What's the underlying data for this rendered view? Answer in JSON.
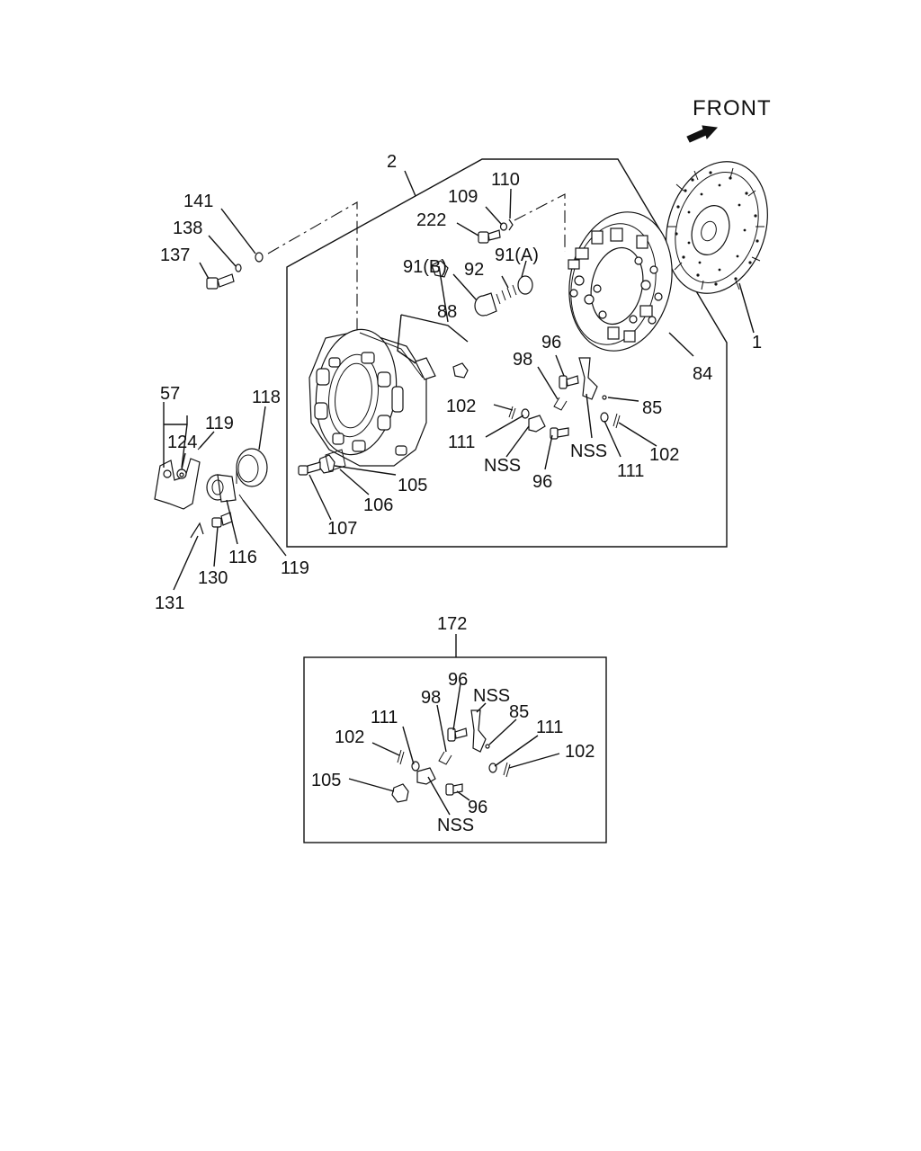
{
  "front_label": "FRONT",
  "callouts": [
    {
      "id": "c-2",
      "text": "2"
    },
    {
      "id": "c-110",
      "text": "110"
    },
    {
      "id": "c-109",
      "text": "109"
    },
    {
      "id": "c-222",
      "text": "222"
    },
    {
      "id": "c-141",
      "text": "141"
    },
    {
      "id": "c-138",
      "text": "138"
    },
    {
      "id": "c-137",
      "text": "137"
    },
    {
      "id": "c-91b",
      "text": "91(B)"
    },
    {
      "id": "c-92",
      "text": "92"
    },
    {
      "id": "c-91a",
      "text": "91(A)"
    },
    {
      "id": "c-88",
      "text": "88"
    },
    {
      "id": "c-96a",
      "text": "96"
    },
    {
      "id": "c-98a",
      "text": "98"
    },
    {
      "id": "c-84",
      "text": "84"
    },
    {
      "id": "c-1",
      "text": "1"
    },
    {
      "id": "c-85a",
      "text": "85"
    },
    {
      "id": "c-102a",
      "text": "102"
    },
    {
      "id": "c-111a",
      "text": "111"
    },
    {
      "id": "c-nss1",
      "text": "NSS"
    },
    {
      "id": "c-96b",
      "text": "96"
    },
    {
      "id": "c-nss2",
      "text": "NSS"
    },
    {
      "id": "c-111b",
      "text": "111"
    },
    {
      "id": "c-102b",
      "text": "102"
    },
    {
      "id": "c-105a",
      "text": "105"
    },
    {
      "id": "c-106",
      "text": "106"
    },
    {
      "id": "c-107",
      "text": "107"
    },
    {
      "id": "c-57",
      "text": "57"
    },
    {
      "id": "c-118",
      "text": "118"
    },
    {
      "id": "c-119a",
      "text": "119"
    },
    {
      "id": "c-124",
      "text": "124"
    },
    {
      "id": "c-116",
      "text": "116"
    },
    {
      "id": "c-119b",
      "text": "119"
    },
    {
      "id": "c-130",
      "text": "130"
    },
    {
      "id": "c-131",
      "text": "131"
    },
    {
      "id": "c-172",
      "text": "172"
    },
    {
      "id": "c-96c",
      "text": "96"
    },
    {
      "id": "c-98b",
      "text": "98"
    },
    {
      "id": "c-nss3",
      "text": "NSS"
    },
    {
      "id": "c-85b",
      "text": "85"
    },
    {
      "id": "c-111c",
      "text": "111"
    },
    {
      "id": "c-111d",
      "text": "111"
    },
    {
      "id": "c-102c",
      "text": "102"
    },
    {
      "id": "c-102d",
      "text": "102"
    },
    {
      "id": "c-105b",
      "text": "105"
    },
    {
      "id": "c-96d",
      "text": "96"
    },
    {
      "id": "c-nss4",
      "text": "NSS"
    }
  ]
}
